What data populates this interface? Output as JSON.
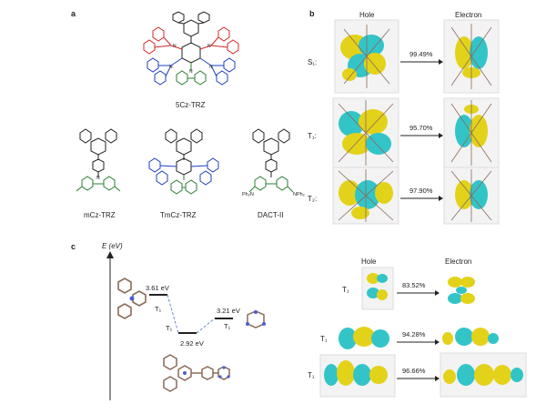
{
  "panel_a": {
    "letter": "a",
    "molecules": [
      {
        "name": "5Cz-TRZ"
      },
      {
        "name": "mCz-TRZ"
      },
      {
        "name": "TmCz-TRZ"
      },
      {
        "name": "DACT-II"
      }
    ],
    "substituent_label": "NPh₂",
    "substituent_label_left": "Ph₂N"
  },
  "panel_b": {
    "letter": "b",
    "col_hole": "Hole",
    "col_electron": "Electron",
    "rows": [
      {
        "state": "S₁:",
        "percent": "99.49%"
      },
      {
        "state": "T₁:",
        "percent": "95.70%"
      },
      {
        "state": "T₂:",
        "percent": "97.90%"
      }
    ]
  },
  "panel_c": {
    "letter": "c",
    "axis_label": "E (eV)",
    "levels": [
      {
        "value": "3.61 eV",
        "state": "T₁"
      },
      {
        "value": "2.92 eV",
        "state": "T₁"
      },
      {
        "value": "3.21 eV",
        "state": "T₁"
      }
    ],
    "col_hole": "Hole",
    "col_electron": "Electron",
    "rows": [
      {
        "state": "T₁",
        "percent": "83.52%"
      },
      {
        "state": "T₁",
        "percent": "94.28%"
      },
      {
        "state": "T₁",
        "percent": "96.66%"
      }
    ]
  },
  "colors": {
    "donor_red": "#d62728",
    "donor_blue": "#1f3fbf",
    "donor_green": "#2e7d32",
    "orbital_yellow": "#e3d21a",
    "orbital_cyan": "#33c4c8",
    "atom_grey": "#8a6a5a"
  }
}
